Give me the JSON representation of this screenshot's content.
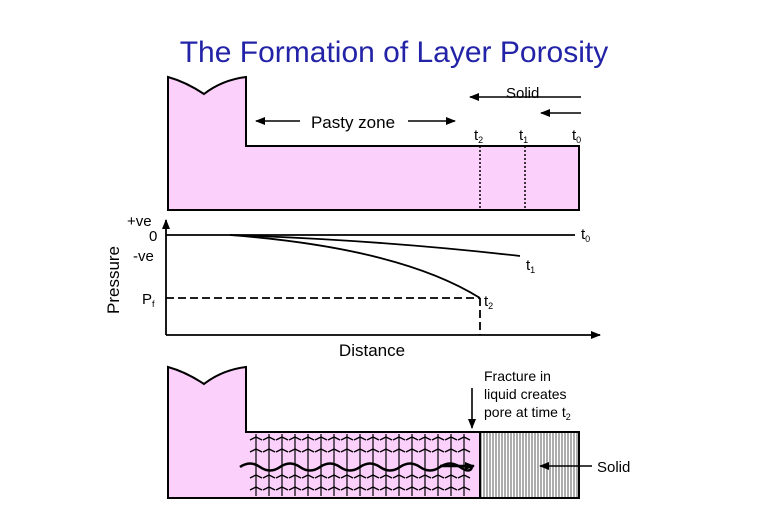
{
  "title": "The Formation of Layer Porosity",
  "colors": {
    "title": "#2323a8",
    "mold_fill": "#fbd0fb",
    "outline": "#000000",
    "solid_hatch": "#777777"
  },
  "top_panel": {
    "pasty_zone_label": "Pasty zone",
    "solid_label": "Solid",
    "times": [
      {
        "main": "t",
        "sub": "2"
      },
      {
        "main": "t",
        "sub": "1"
      },
      {
        "main": "t",
        "sub": "0"
      }
    ]
  },
  "pressure_panel": {
    "y_axis_label": "Pressure",
    "x_axis_label": "Distance",
    "tick_pos": "+ve",
    "tick_zero": "0",
    "tick_neg": "-ve",
    "pf_main": "P",
    "pf_sub": "f",
    "curves": [
      {
        "main": "t",
        "sub": "0"
      },
      {
        "main": "t",
        "sub": "1"
      },
      {
        "main": "t",
        "sub": "2"
      }
    ]
  },
  "bottom_panel": {
    "fracture_line1": "Fracture in",
    "fracture_line2": "liquid creates",
    "fracture_line3_main": "pore at time t",
    "fracture_line3_sub": "2",
    "solid_label": "Solid"
  }
}
